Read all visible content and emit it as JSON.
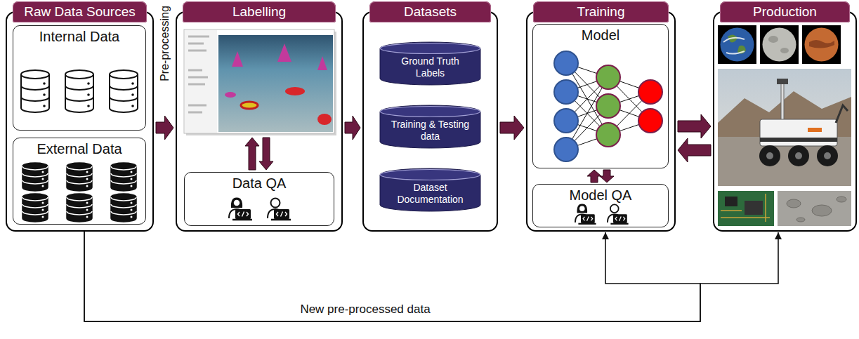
{
  "diagram": {
    "nodes": [
      {
        "text": [
          "Raw Data Sources"
        ]
      },
      {
        "text": [
          "Internal Data"
        ],
        "in": 0
      },
      {
        "text": [
          "External Data"
        ],
        "in": 0
      },
      {
        "text": [
          "Labelling"
        ]
      },
      {
        "text": [
          "Data QA"
        ],
        "in": 3
      },
      {
        "text": [
          "Datasets"
        ]
      },
      {
        "text": [
          "Ground Truth Labels"
        ],
        "in": 5
      },
      {
        "text": [
          "Training & Testing data"
        ],
        "in": 5
      },
      {
        "text": [
          "Dataset Documentation"
        ],
        "in": 5
      },
      {
        "text": [
          "Training"
        ]
      },
      {
        "text": [
          "Model"
        ],
        "in": 9
      },
      {
        "text": [
          "Model QA"
        ],
        "in": 9
      },
      {
        "text": [
          "Production"
        ]
      }
    ],
    "edges": [
      {
        "from": 0,
        "to": 3,
        "arrow": "to",
        "label": "Pre-processing"
      },
      {
        "from": 3,
        "to": 5,
        "arrow": "to"
      },
      {
        "from": 5,
        "to": 9,
        "arrow": "to"
      },
      {
        "from": 9,
        "to": 12,
        "arrow": "to"
      },
      {
        "from": 12,
        "to": 9,
        "arrow": "to"
      },
      {
        "from": 11,
        "to": 10,
        "arrow": "to"
      },
      {
        "from": 10,
        "to": 11,
        "arrow": "to"
      },
      {
        "from": 0,
        "to": 9,
        "arrow": "to",
        "label": "New pre-processed data"
      },
      {
        "from": 0,
        "to": 12,
        "arrow": "to"
      }
    ]
  }
}
